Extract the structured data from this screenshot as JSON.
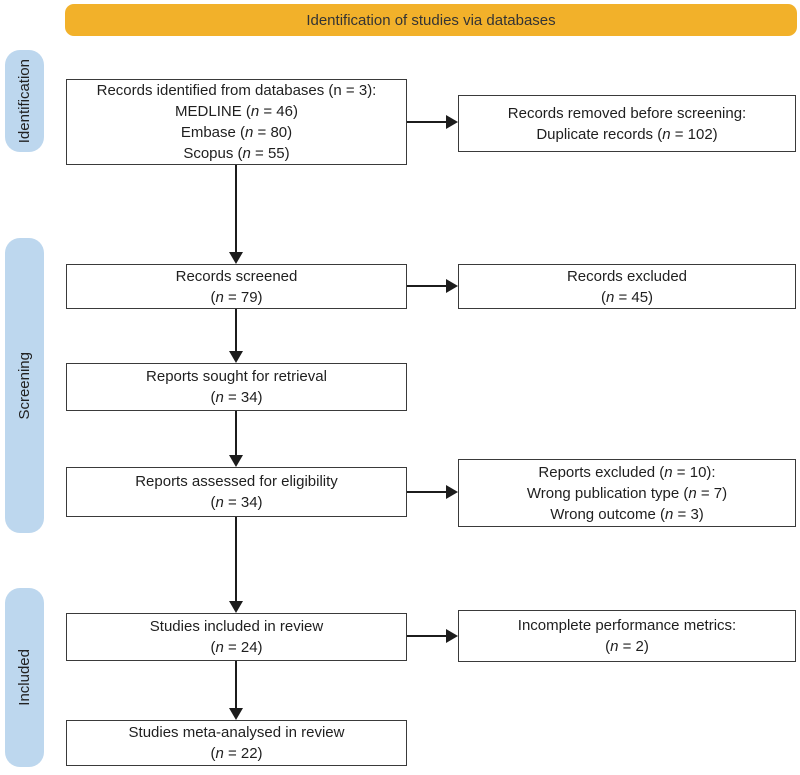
{
  "colors": {
    "banner_bg": "#F2B12A",
    "stage_bg": "#BDD7EE",
    "box_border": "#3A3A3A",
    "arrow": "#1C1C1C",
    "text": "#1F1F1F"
  },
  "banner": {
    "label": "Identification of studies via databases"
  },
  "stages": [
    {
      "label": "Identification"
    },
    {
      "label": "Screening"
    },
    {
      "label": "Included"
    }
  ],
  "boxes": {
    "records_identified": {
      "lines": [
        [
          {
            "text": "Records identified from databases (n = 3):",
            "italic": false
          }
        ],
        [
          {
            "text": "MEDLINE (",
            "italic": false
          },
          {
            "text": "n",
            "italic": true
          },
          {
            "text": " = 46)",
            "italic": false
          }
        ],
        [
          {
            "text": "Embase (",
            "italic": false
          },
          {
            "text": "n",
            "italic": true
          },
          {
            "text": " = 80)",
            "italic": false
          }
        ],
        [
          {
            "text": "Scopus (",
            "italic": false
          },
          {
            "text": "n",
            "italic": true
          },
          {
            "text": " = 55)",
            "italic": false
          }
        ]
      ]
    },
    "records_removed": {
      "lines": [
        [
          {
            "text": "Records removed before screening:",
            "italic": false
          }
        ],
        [
          {
            "text": "Duplicate records (",
            "italic": false
          },
          {
            "text": "n",
            "italic": true
          },
          {
            "text": " = 102)",
            "italic": false
          }
        ]
      ]
    },
    "records_screened": {
      "lines": [
        [
          {
            "text": "Records screened",
            "italic": false
          }
        ],
        [
          {
            "text": "(",
            "italic": false
          },
          {
            "text": "n",
            "italic": true
          },
          {
            "text": " = 79)",
            "italic": false
          }
        ]
      ]
    },
    "records_excluded": {
      "lines": [
        [
          {
            "text": "Records excluded",
            "italic": false
          }
        ],
        [
          {
            "text": "(",
            "italic": false
          },
          {
            "text": "n",
            "italic": true
          },
          {
            "text": " = 45)",
            "italic": false
          }
        ]
      ]
    },
    "reports_sought": {
      "lines": [
        [
          {
            "text": "Reports sought for retrieval",
            "italic": false
          }
        ],
        [
          {
            "text": "(",
            "italic": false
          },
          {
            "text": "n",
            "italic": true
          },
          {
            "text": " = 34)",
            "italic": false
          }
        ]
      ]
    },
    "reports_assessed": {
      "lines": [
        [
          {
            "text": "Reports assessed for eligibility",
            "italic": false
          }
        ],
        [
          {
            "text": "(",
            "italic": false
          },
          {
            "text": "n",
            "italic": true
          },
          {
            "text": " = 34)",
            "italic": false
          }
        ]
      ]
    },
    "reports_excluded": {
      "lines": [
        [
          {
            "text": "Reports excluded (",
            "italic": false
          },
          {
            "text": "n",
            "italic": true
          },
          {
            "text": " = 10):",
            "italic": false
          }
        ],
        [
          {
            "text": "Wrong publication type (",
            "italic": false
          },
          {
            "text": "n",
            "italic": true
          },
          {
            "text": " = 7)",
            "italic": false
          }
        ],
        [
          {
            "text": "Wrong outcome (",
            "italic": false
          },
          {
            "text": "n",
            "italic": true
          },
          {
            "text": " = 3)",
            "italic": false
          }
        ]
      ]
    },
    "studies_included": {
      "lines": [
        [
          {
            "text": "Studies included in review",
            "italic": false
          }
        ],
        [
          {
            "text": "(",
            "italic": false
          },
          {
            "text": "n",
            "italic": true
          },
          {
            "text": " = 24)",
            "italic": false
          }
        ]
      ]
    },
    "incomplete_metrics": {
      "lines": [
        [
          {
            "text": "Incomplete performance metrics:",
            "italic": false
          }
        ],
        [
          {
            "text": "(",
            "italic": false
          },
          {
            "text": "n",
            "italic": true
          },
          {
            "text": " = 2)",
            "italic": false
          }
        ]
      ]
    },
    "studies_meta_analysed": {
      "lines": [
        [
          {
            "text": "Studies meta-analysed in review",
            "italic": false
          }
        ],
        [
          {
            "text": "(",
            "italic": false
          },
          {
            "text": "n",
            "italic": true
          },
          {
            "text": " = 22)",
            "italic": false
          }
        ]
      ]
    }
  }
}
